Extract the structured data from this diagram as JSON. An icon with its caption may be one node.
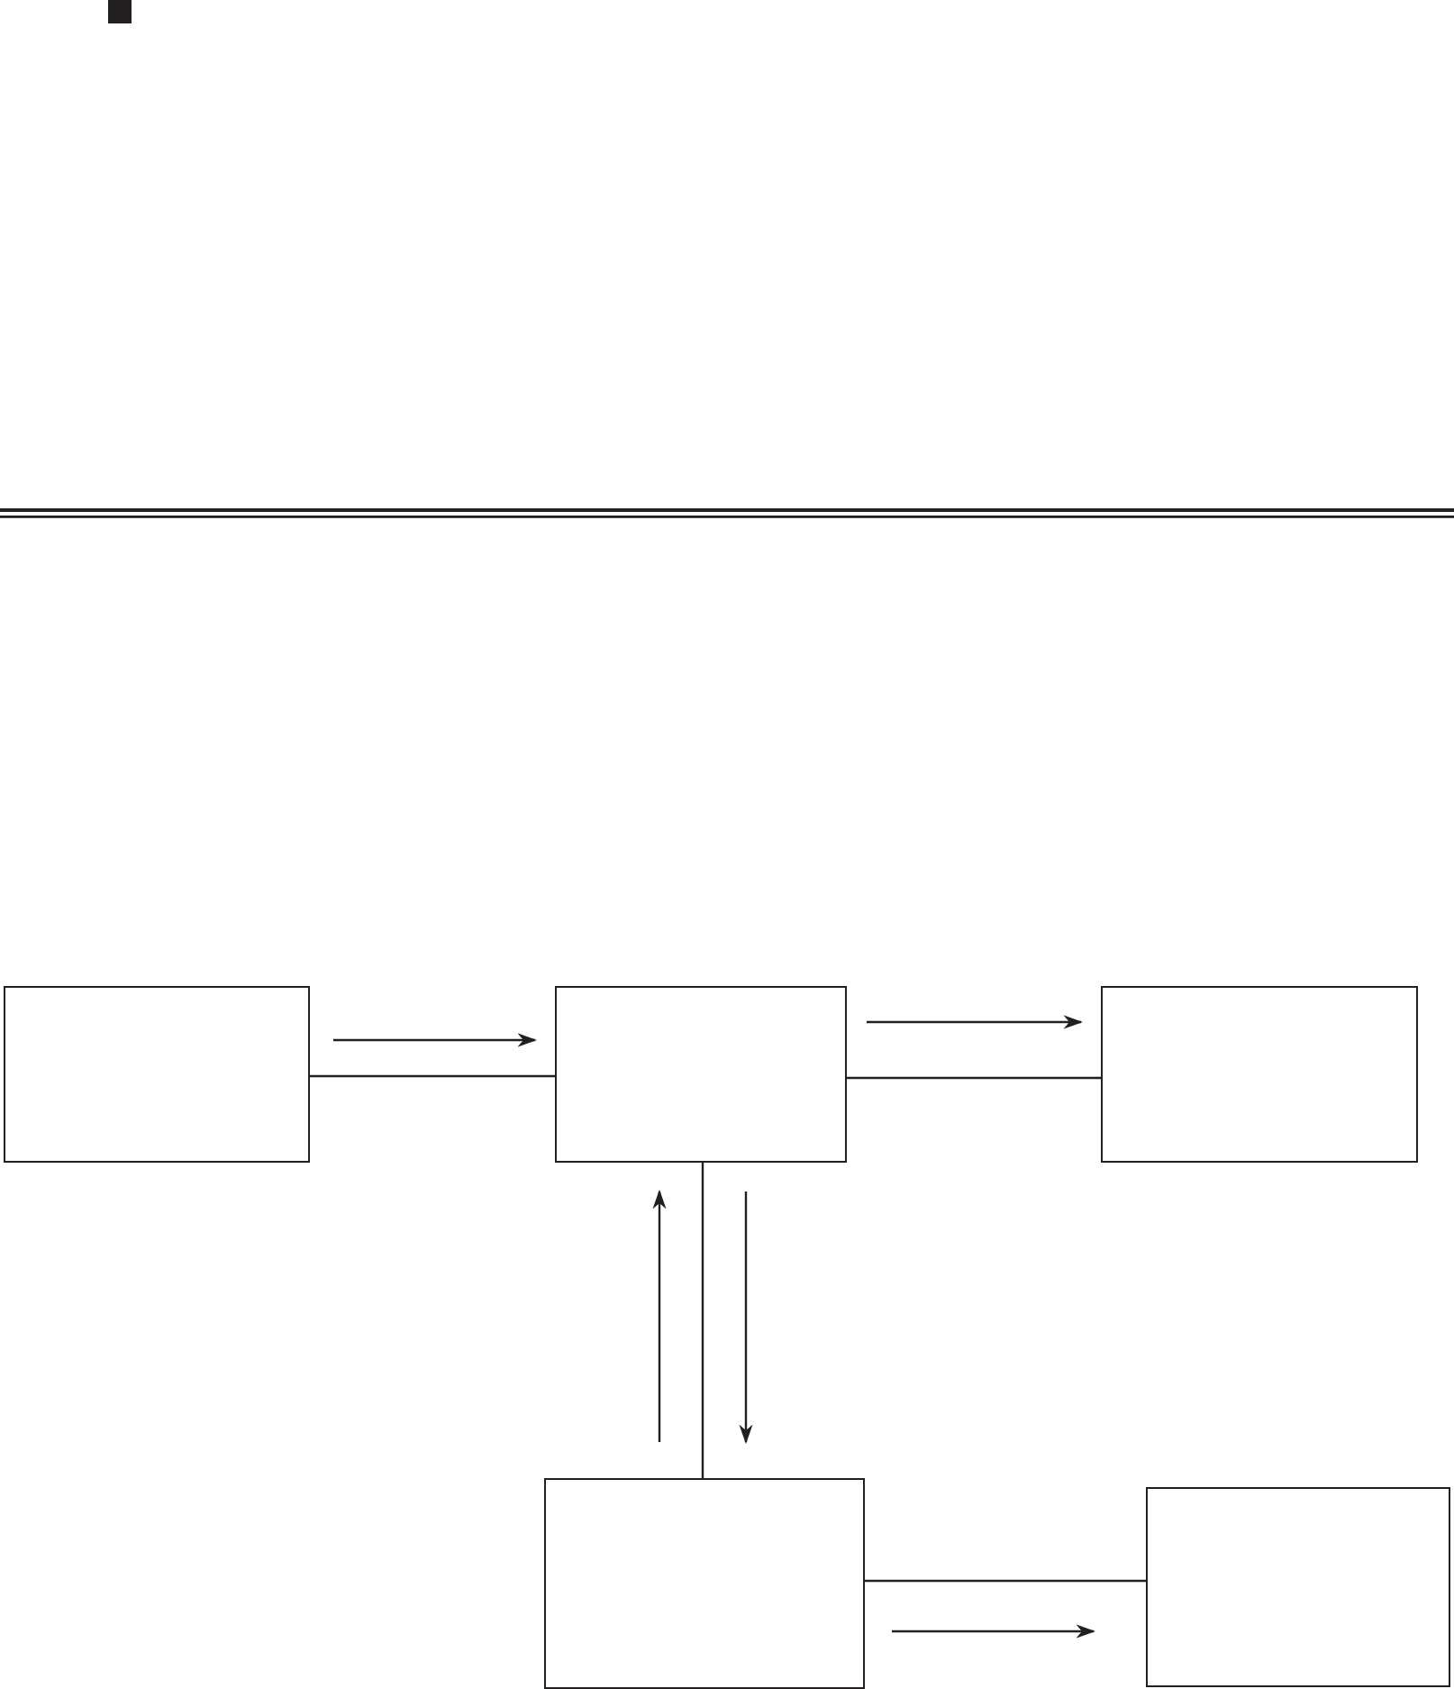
{
  "diagram": {
    "nodes": [
      {
        "text": [],
        "shape": "box"
      },
      {
        "text": [],
        "shape": "box"
      },
      {
        "text": [],
        "shape": "box"
      },
      {
        "text": [],
        "shape": "box"
      },
      {
        "text": [],
        "shape": "box"
      }
    ],
    "edges": [
      {
        "from": 0,
        "to": 1,
        "arrow": "none"
      },
      {
        "from": 1,
        "to": 2,
        "arrow": "none"
      },
      {
        "from": 1,
        "to": 3,
        "arrow": "none"
      },
      {
        "from": 3,
        "to": 4,
        "arrow": "none"
      }
    ]
  }
}
